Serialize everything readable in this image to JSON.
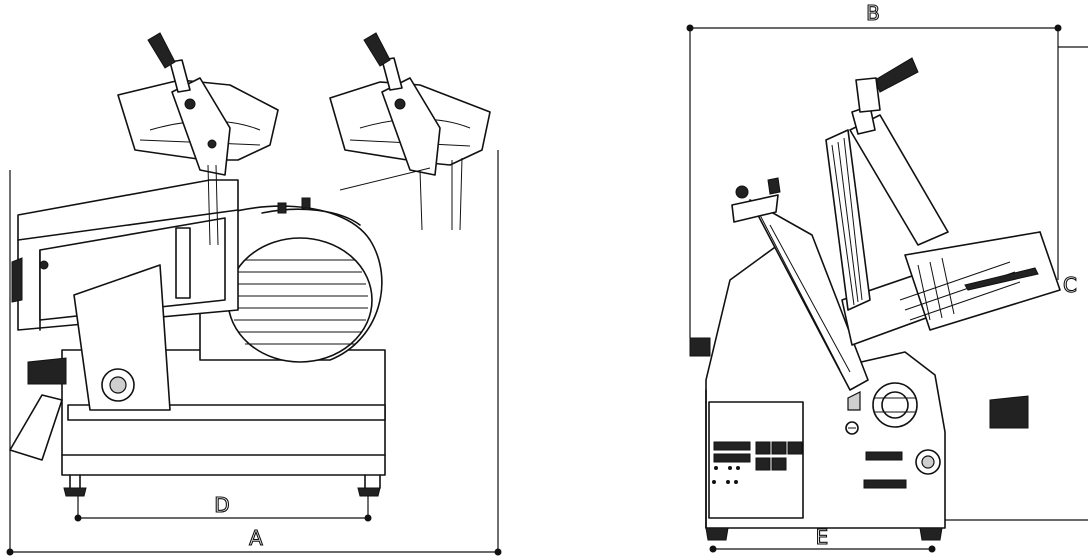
{
  "dimensions": {
    "A": "A",
    "B": "B",
    "C": "C",
    "D": "D",
    "E": "E"
  },
  "colors": {
    "line": "#111111",
    "background": "#ffffff"
  }
}
